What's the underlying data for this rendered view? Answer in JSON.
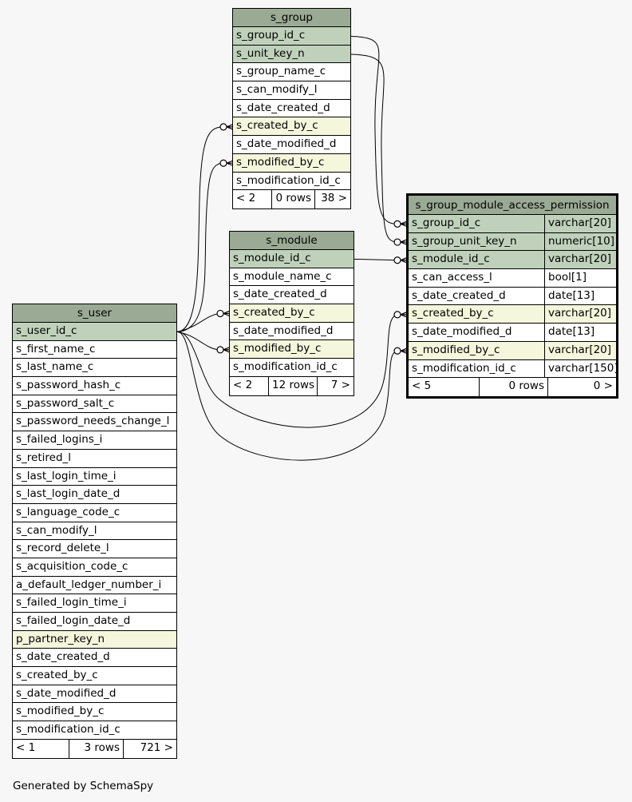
{
  "diagram": {
    "tables": [
      {
        "name": "s_group",
        "focus": false,
        "columns": [
          {
            "name": "s_group_id_c",
            "kind": "pk"
          },
          {
            "name": "s_unit_key_n",
            "kind": "pk"
          },
          {
            "name": "s_group_name_c",
            "kind": ""
          },
          {
            "name": "s_can_modify_l",
            "kind": ""
          },
          {
            "name": "s_date_created_d",
            "kind": ""
          },
          {
            "name": "s_created_by_c",
            "kind": "fk"
          },
          {
            "name": "s_date_modified_d",
            "kind": ""
          },
          {
            "name": "s_modified_by_c",
            "kind": "fk"
          },
          {
            "name": "s_modification_id_c",
            "kind": ""
          }
        ],
        "footer": [
          "< 2",
          "0 rows",
          "38 >"
        ]
      },
      {
        "name": "s_module",
        "focus": false,
        "columns": [
          {
            "name": "s_module_id_c",
            "kind": "pk"
          },
          {
            "name": "s_module_name_c",
            "kind": ""
          },
          {
            "name": "s_date_created_d",
            "kind": ""
          },
          {
            "name": "s_created_by_c",
            "kind": "fk"
          },
          {
            "name": "s_date_modified_d",
            "kind": ""
          },
          {
            "name": "s_modified_by_c",
            "kind": "fk"
          },
          {
            "name": "s_modification_id_c",
            "kind": ""
          }
        ],
        "footer": [
          "< 2",
          "12 rows",
          "7 >"
        ]
      },
      {
        "name": "s_group_module_access_permission",
        "focus": true,
        "columns": [
          {
            "name": "s_group_id_c",
            "type": "varchar[20]",
            "kind": "pk"
          },
          {
            "name": "s_group_unit_key_n",
            "type": "numeric[10]",
            "kind": "pk"
          },
          {
            "name": "s_module_id_c",
            "type": "varchar[20]",
            "kind": "pk"
          },
          {
            "name": "s_can_access_l",
            "type": "bool[1]",
            "kind": ""
          },
          {
            "name": "s_date_created_d",
            "type": "date[13]",
            "kind": ""
          },
          {
            "name": "s_created_by_c",
            "type": "varchar[20]",
            "kind": "fk"
          },
          {
            "name": "s_date_modified_d",
            "type": "date[13]",
            "kind": ""
          },
          {
            "name": "s_modified_by_c",
            "type": "varchar[20]",
            "kind": "fk"
          },
          {
            "name": "s_modification_id_c",
            "type": "varchar[150]",
            "kind": ""
          }
        ],
        "footer": [
          "< 5",
          "0 rows",
          "0 >"
        ]
      },
      {
        "name": "s_user",
        "focus": false,
        "columns": [
          {
            "name": "s_user_id_c",
            "kind": "pk"
          },
          {
            "name": "s_first_name_c",
            "kind": ""
          },
          {
            "name": "s_last_name_c",
            "kind": ""
          },
          {
            "name": "s_password_hash_c",
            "kind": ""
          },
          {
            "name": "s_password_salt_c",
            "kind": ""
          },
          {
            "name": "s_password_needs_change_l",
            "kind": ""
          },
          {
            "name": "s_failed_logins_i",
            "kind": ""
          },
          {
            "name": "s_retired_l",
            "kind": ""
          },
          {
            "name": "s_last_login_time_i",
            "kind": ""
          },
          {
            "name": "s_last_login_date_d",
            "kind": ""
          },
          {
            "name": "s_language_code_c",
            "kind": ""
          },
          {
            "name": "s_can_modify_l",
            "kind": ""
          },
          {
            "name": "s_record_delete_l",
            "kind": ""
          },
          {
            "name": "s_acquisition_code_c",
            "kind": ""
          },
          {
            "name": "a_default_ledger_number_i",
            "kind": ""
          },
          {
            "name": "s_failed_login_time_i",
            "kind": ""
          },
          {
            "name": "s_failed_login_date_d",
            "kind": ""
          },
          {
            "name": "p_partner_key_n",
            "kind": "fk"
          },
          {
            "name": "s_date_created_d",
            "kind": ""
          },
          {
            "name": "s_created_by_c",
            "kind": ""
          },
          {
            "name": "s_date_modified_d",
            "kind": ""
          },
          {
            "name": "s_modified_by_c",
            "kind": ""
          },
          {
            "name": "s_modification_id_c",
            "kind": ""
          }
        ],
        "footer": [
          "< 1",
          "3 rows",
          "721 >"
        ]
      }
    ],
    "relationships": [
      {
        "from_table": "s_group",
        "from_column": "s_group_id_c",
        "to_table": "s_group_module_access_permission",
        "to_column": "s_group_id_c"
      },
      {
        "from_table": "s_group",
        "from_column": "s_unit_key_n",
        "to_table": "s_group_module_access_permission",
        "to_column": "s_group_unit_key_n"
      },
      {
        "from_table": "s_module",
        "from_column": "s_module_id_c",
        "to_table": "s_group_module_access_permission",
        "to_column": "s_module_id_c"
      },
      {
        "from_table": "s_user",
        "from_column": "s_user_id_c",
        "to_table": "s_group",
        "to_column": "s_created_by_c"
      },
      {
        "from_table": "s_user",
        "from_column": "s_user_id_c",
        "to_table": "s_group",
        "to_column": "s_modified_by_c"
      },
      {
        "from_table": "s_user",
        "from_column": "s_user_id_c",
        "to_table": "s_module",
        "to_column": "s_created_by_c"
      },
      {
        "from_table": "s_user",
        "from_column": "s_user_id_c",
        "to_table": "s_module",
        "to_column": "s_modified_by_c"
      },
      {
        "from_table": "s_user",
        "from_column": "s_user_id_c",
        "to_table": "s_group_module_access_permission",
        "to_column": "s_created_by_c"
      },
      {
        "from_table": "s_user",
        "from_column": "s_user_id_c",
        "to_table": "s_group_module_access_permission",
        "to_column": "s_modified_by_c"
      }
    ]
  },
  "footer_note": "Generated by SchemaSpy",
  "colors": {
    "header": "#9aaa94",
    "primary_key": "#bfd1bb",
    "foreign_key": "#f4f7dc",
    "background": "#f7f7f7"
  }
}
